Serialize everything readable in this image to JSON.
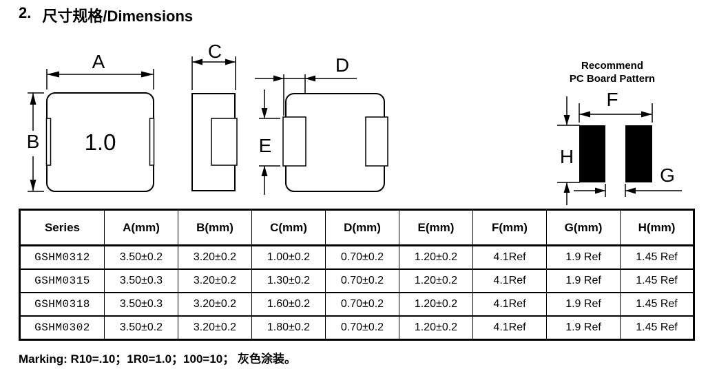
{
  "page": {
    "title_number": "2.",
    "title_text": "尺寸规格/Dimensions",
    "marking_note": "Marking: R10=.10；1R0=1.0；100=10； 灰色涂装。"
  },
  "drawings": {
    "top_view": {
      "label_a": "A",
      "label_b": "B",
      "part_marking": "1.0"
    },
    "side_view": {
      "label_c": "C"
    },
    "bottom_view": {
      "label_d": "D",
      "label_e": "E"
    },
    "pcb_pattern": {
      "title_line1": "Recommend",
      "title_line2": "PC Board Pattern",
      "label_f": "F",
      "label_g": "G",
      "label_h": "H",
      "pad_color": "#000000"
    }
  },
  "table": {
    "headers": [
      "Series",
      "A(mm)",
      "B(mm)",
      "C(mm)",
      "D(mm)",
      "E(mm)",
      "F(mm)",
      "G(mm)",
      "H(mm)"
    ],
    "rows": [
      [
        "GSHM0312",
        "3.50±0.2",
        "3.20±0.2",
        "1.00±0.2",
        "0.70±0.2",
        "1.20±0.2",
        "4.1Ref",
        "1.9 Ref",
        "1.45 Ref"
      ],
      [
        "GSHM0315",
        "3.50±0.3",
        "3.20±0.2",
        "1.30±0.2",
        "0.70±0.2",
        "1.20±0.2",
        "4.1Ref",
        "1.9 Ref",
        "1.45 Ref"
      ],
      [
        "GSHM0318",
        "3.50±0.3",
        "3.20±0.2",
        "1.60±0.2",
        "0.70±0.2",
        "1.20±0.2",
        "4.1Ref",
        "1.9 Ref",
        "1.45 Ref"
      ],
      [
        "GSHM0302",
        "3.50±0.2",
        "3.20±0.2",
        "1.80±0.2",
        "0.70±0.2",
        "1.20±0.2",
        "4.1Ref",
        "1.9 Ref",
        "1.45 Ref"
      ]
    ]
  }
}
